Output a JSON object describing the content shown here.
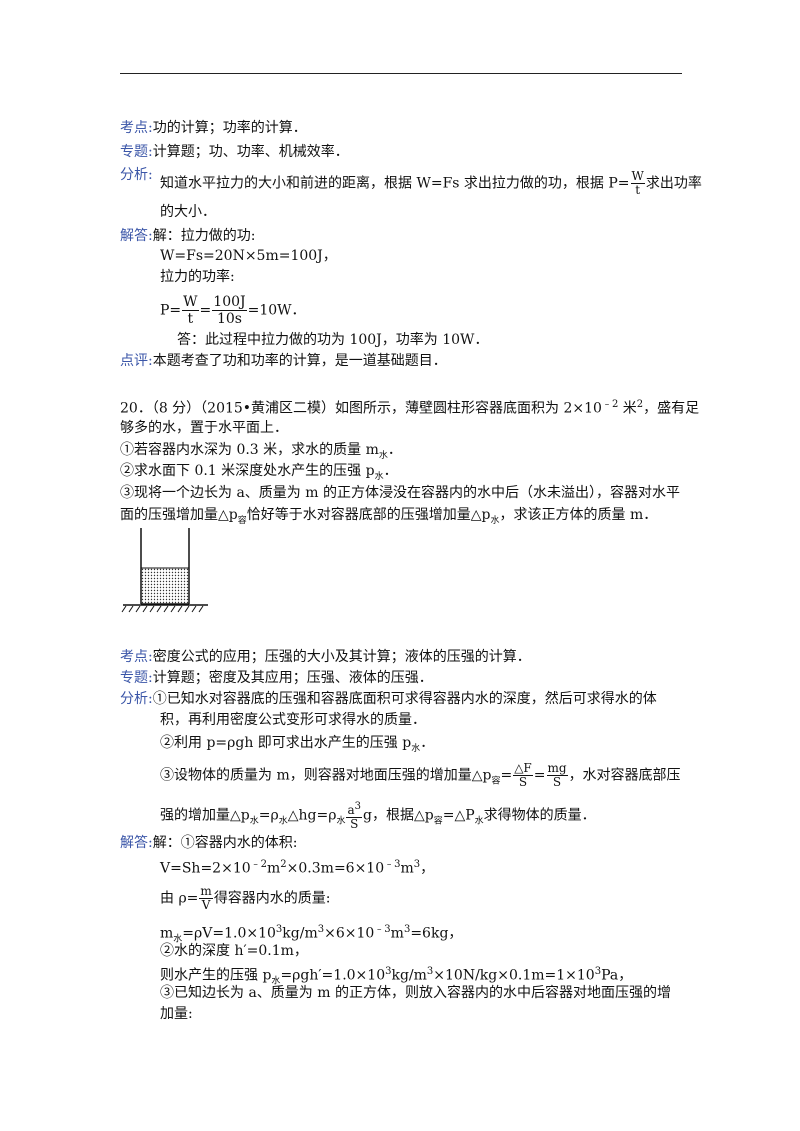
{
  "labels": {
    "kaodian": "考点:",
    "zhuanti": "专题:",
    "fenxi": "分析:",
    "jieda": "解答:",
    "dianping": "点评:"
  },
  "q19": {
    "kaodian": "功的计算；功率的计算．",
    "zhuanti": "计算题；功、功率、机械效率．",
    "fenxi_a": "知道水平拉力的大小和前进的距离，根据 W=Fs 求出拉力做的功，根据 P=",
    "fenxi_f_num": "W",
    "fenxi_f_den": "t",
    "fenxi_b": "求出功率",
    "fenxi_c": "的大小．",
    "jieda_1": "解：拉力做的功:",
    "jieda_2": "W=Fs=20N×5m=100J，",
    "jieda_3": "拉力的功率:",
    "jieda_4_a": "P=",
    "jieda_4_f1_num": "W",
    "jieda_4_f1_den": "t",
    "jieda_4_eq": "=",
    "jieda_4_f2_num": "100J",
    "jieda_4_f2_den": "10s",
    "jieda_4_b": "=10W．",
    "jieda_5": "答：此过程中拉力做的功为 100J，功率为 10W．",
    "dianping": "本题考查了功和功率的计算，是一道基础题目．"
  },
  "q20": {
    "stem_1": "20．（8 分）（2015•黄浦区二模）如图所示，薄壁圆柱形容器底面积为 2×10",
    "stem_1_exp": "﹣2",
    "stem_1_b": " 米",
    "stem_1_exp2": "2",
    "stem_1_c": "，盛有足",
    "stem_2": "够多的水，置于水平面上．",
    "stem_3": "①若容器内水深为 0.3 米，求水的质量 m",
    "stem_3_sub": "水",
    "stem_3_end": "．",
    "stem_4": "②求水面下 0.1 米深度处水产生的压强 p",
    "stem_4_sub": "水",
    "stem_4_end": "．",
    "stem_5": "③现将一个边长为 a、质量为 m 的正方体浸没在容器内的水中后（水未溢出），容器对水平",
    "stem_6_a": "面的压强增加量△p",
    "stem_6_sub1": "容",
    "stem_6_b": "恰好等于水对容器底部的压强增加量△p",
    "stem_6_sub2": "水",
    "stem_6_c": "，求该正方体的质量 m．",
    "kaodian": "密度公式的应用；压强的大小及其计算；液体的压强的计算．",
    "zhuanti": "计算题；密度及其应用；压强、液体的压强．",
    "fenxi_1": "①已知水对容器底的压强和容器底面积可求得容器内水的深度，然后可求得水的体",
    "fenxi_2": "积，再利用密度公式变形可求得水的质量．",
    "fenxi_3_a": "②利用 p=ρgh 即可求出水产生的压强 p",
    "fenxi_3_sub": "水",
    "fenxi_3_end": "．",
    "fenxi_4_a": "③设物体的质量为 m，则容器对地面压强的增加量△p",
    "fenxi_4_sub": "容",
    "fenxi_4_eq1": "=",
    "fenxi_4_f1_num": "△F",
    "fenxi_4_f1_den": "S",
    "fenxi_4_eq2": "=",
    "fenxi_4_f2_num": "mg",
    "fenxi_4_f2_den": "S",
    "fenxi_4_b": "，水对容器底部压",
    "fenxi_5_a": "强的增加量△p",
    "fenxi_5_sub1": "水",
    "fenxi_5_b": "=ρ",
    "fenxi_5_sub2": "水",
    "fenxi_5_c": "△hg=ρ",
    "fenxi_5_sub3": "水",
    "fenxi_5_f_num": "a",
    "fenxi_5_f_num_exp": "3",
    "fenxi_5_f_den": "S",
    "fenxi_5_d": "g，根据△p",
    "fenxi_5_sub4": "容",
    "fenxi_5_e": "=△P",
    "fenxi_5_sub5": "水",
    "fenxi_5_f": "求得物体的质量．",
    "jieda_1": "解：①容器内水的体积:",
    "jieda_2_a": "V=Sh=2×10",
    "jieda_2_e1": "﹣2",
    "jieda_2_b": "m",
    "jieda_2_e2": "2",
    "jieda_2_c": "×0.3m=6×10",
    "jieda_2_e3": "﹣3",
    "jieda_2_d": "m",
    "jieda_2_e4": "3",
    "jieda_2_end": "，",
    "jieda_3_a": "由 ρ=",
    "jieda_3_f_num": "m",
    "jieda_3_f_den": "V",
    "jieda_3_b": "得容器内水的质量:",
    "jieda_4_a": "m",
    "jieda_4_sub": "水",
    "jieda_4_b": "=ρV=1.0×10",
    "jieda_4_e1": "3",
    "jieda_4_c": "kg/m",
    "jieda_4_e2": "3",
    "jieda_4_d": "×6×10",
    "jieda_4_e3": "﹣3",
    "jieda_4_e": "m",
    "jieda_4_e4": "3",
    "jieda_4_f": "=6kg，",
    "jieda_5": "②水的深度 h′=0.1m，",
    "jieda_6_a": "则水产生的压强 p",
    "jieda_6_sub": "水",
    "jieda_6_b": "=ρgh′=1.0×10",
    "jieda_6_e1": "3",
    "jieda_6_c": "kg/m",
    "jieda_6_e2": "3",
    "jieda_6_d": "×10N/kg×0.1m=1×10",
    "jieda_6_e3": "3",
    "jieda_6_e": "Pa，",
    "jieda_7": "③已知边长为 a、质量为 m 的正方体，则放入容器内的水中后容器对地面压强的增",
    "jieda_8": "加量:"
  }
}
